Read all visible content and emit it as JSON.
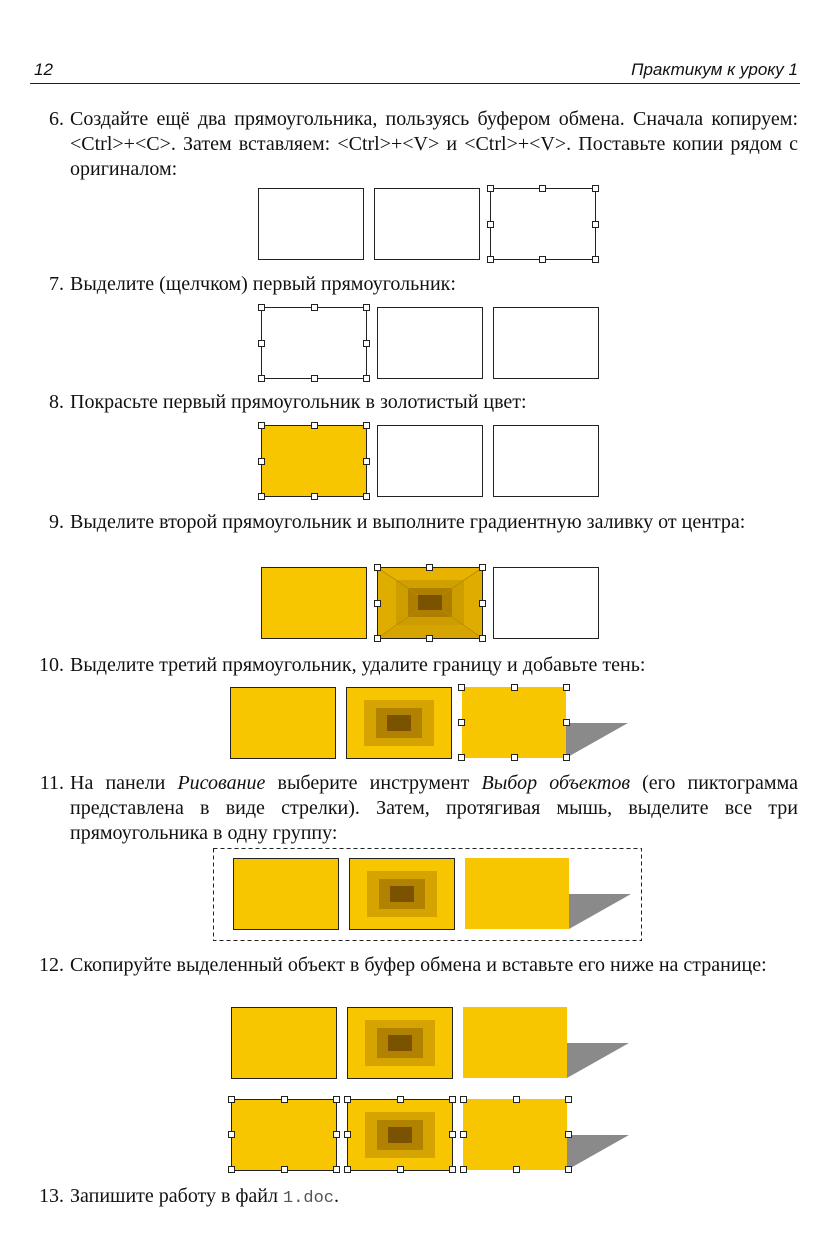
{
  "header": {
    "page_number": "12",
    "running_title": "Практикум к уроку 1"
  },
  "steps": [
    {
      "number": "6.",
      "text": "Создайте ещё два прямоугольника, пользуясь буфером обмена. Сначала копируем: <Ctrl>+<C>. Затем вставляем: <Ctrl>+<V> и <Ctrl>+<V>. Поставьте копии рядом с оригиналом:"
    },
    {
      "number": "7.",
      "text": "Выделите (щелчком) первый прямоугольник:"
    },
    {
      "number": "8.",
      "text": "Покрасьте первый прямоугольник в золотистый цвет:"
    },
    {
      "number": "9.",
      "text": "Выделите второй прямоугольник и выполните градиентную заливку от центра:"
    },
    {
      "number": "10.",
      "text": "Выделите третий прямоугольник, удалите границу и добавьте тень:"
    },
    {
      "number": "11.",
      "text_before": "На панели ",
      "em1": "Рисование",
      "text_middle": " выберите инструмент ",
      "em2": "Выбор объектов",
      "text_after": " (его пиктограмма представлена в виде стрелки). Затем, протягивая мышь, выделите все три прямоугольника в одну группу:"
    },
    {
      "number": "12.",
      "text": "Скопируйте выделенный объект в буфер обмена и вставьте его ниже на странице:"
    },
    {
      "number": "13.",
      "text": "Запишите работу в файл ",
      "filename": "1.doc",
      "text_after": "."
    }
  ],
  "colors": {
    "gold": "#f7c600",
    "gradient_center": "#7a5200",
    "shadow": "#8a8a8a",
    "outline": "#222222"
  }
}
